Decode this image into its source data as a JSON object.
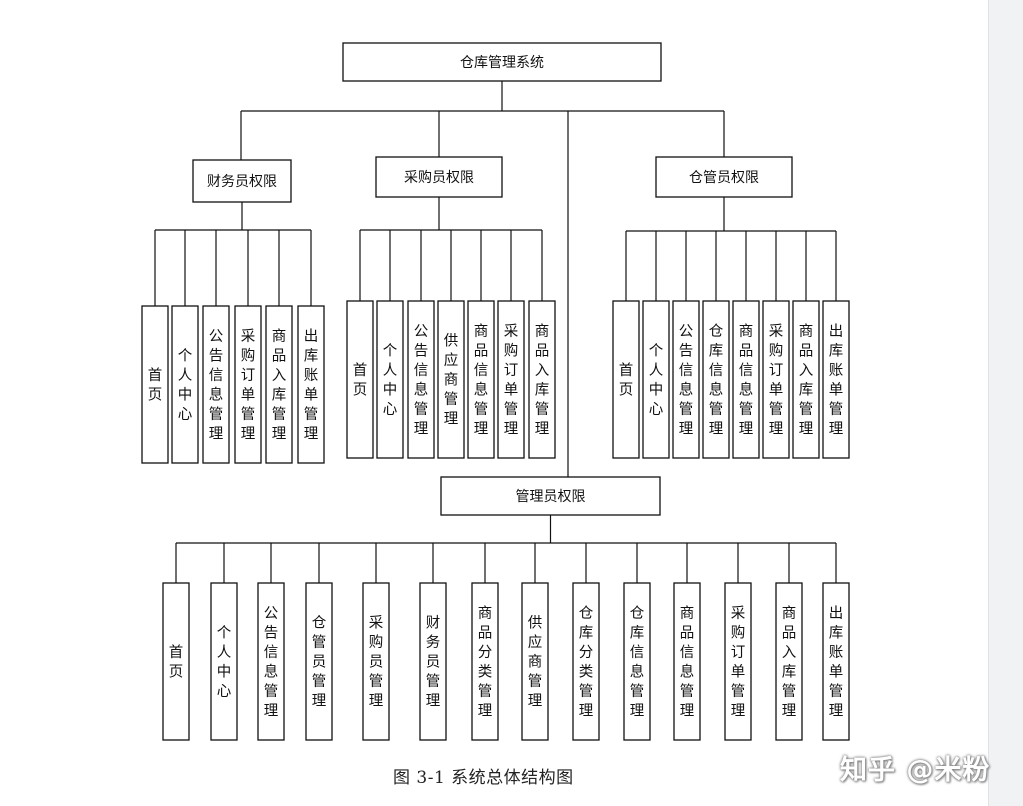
{
  "root": {
    "label": "仓库管理系统"
  },
  "groups": [
    {
      "id": "finance",
      "label": "财务员权限",
      "children": [
        "首页",
        "个人中心",
        "公告信息管理",
        "采购订单管理",
        "商品入库管理",
        "出库账单管理"
      ]
    },
    {
      "id": "purchaser",
      "label": "采购员权限",
      "children": [
        "首页",
        "个人中心",
        "公告信息管理",
        "供应商管理",
        "商品信息管理",
        "采购订单管理",
        "商品入库管理"
      ]
    },
    {
      "id": "warehouse",
      "label": "仓管员权限",
      "children": [
        "首页",
        "个人中心",
        "公告信息管理",
        "仓库信息管理",
        "商品信息管理",
        "采购订单管理",
        "商品入库管理",
        "出库账单管理"
      ]
    },
    {
      "id": "admin",
      "label": "管理员权限",
      "children": [
        "首页",
        "个人中心",
        "公告信息管理",
        "仓管员管理",
        "采购员管理",
        "财务员管理",
        "商品分类管理",
        "供应商管理",
        "仓库分类管理",
        "仓库信息管理",
        "商品信息管理",
        "采购订单管理",
        "商品入库管理",
        "出库账单管理"
      ]
    }
  ],
  "caption": "图 3-1  系统总体结构图",
  "watermark": "知乎 @米粉"
}
